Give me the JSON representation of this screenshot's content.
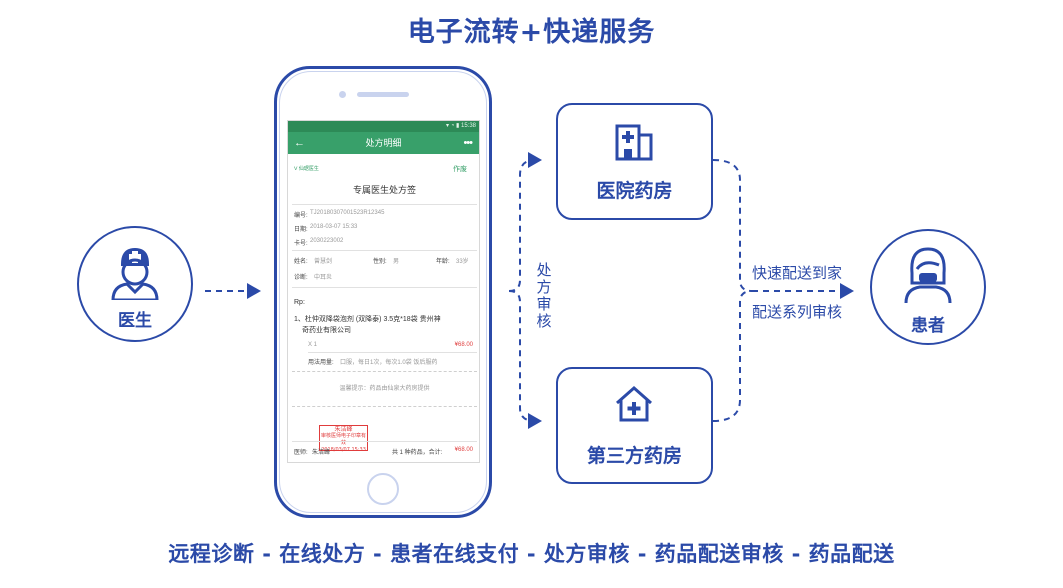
{
  "title": "电子流转+快递服务",
  "footer": "远程诊断 - 在线处方 - 患者在线支付 - 处方审核 - 药品配送审核 - 药品配送",
  "doctor": {
    "label": "医生",
    "icon": "doctor-icon"
  },
  "patient": {
    "label": "患者",
    "icon": "patient-icon"
  },
  "hospital_pharmacy": {
    "label": "医院药房",
    "icon": "hospital-building-icon"
  },
  "third_party_pharmacy": {
    "label": "第三方药房",
    "icon": "house-cross-icon"
  },
  "review_label": "处方审核",
  "delivery_labels": {
    "top": "快速配送到家",
    "bottom": "配送系列审核"
  },
  "colors": {
    "primary": "#2b4aa8",
    "app_green": "#38a06a",
    "price_red": "#e04040"
  },
  "phone_screen": {
    "status_time": "▾ ◔ ▮ 15:38",
    "appbar": {
      "back": "←",
      "title": "处方明细",
      "more": "•••"
    },
    "logo_text": "仙琚医生",
    "void_link": "作废",
    "heading": "专属医生处方签",
    "fields": {
      "number_label": "编号:",
      "number_value": "TJ20180307001523R12345",
      "date_label": "日期:",
      "date_value": "2018-03-07 15:33",
      "card_label": "卡号:",
      "card_value": "2030223002",
      "name_label": "姓名:",
      "name_value": "曾慧剑",
      "gender_label": "性别:",
      "gender_value": "男",
      "age_label": "年龄:",
      "age_value": "33岁",
      "diagnosis_label": "诊断:",
      "diagnosis_value": "中耳炎"
    },
    "rp_label": "Rp:",
    "drug": {
      "line1": "1、杜仲双降袋泡剂 (双降泰) 3.5克*18袋 贵州神",
      "line2": "奇药业有限公司",
      "qty": "X 1",
      "price": "¥68.00",
      "usage_label": "用法用量:",
      "usage_value": "口服，每日1次，每次1.0袋 饭后服药"
    },
    "tip": "温馨提示：药品由仙泉大药房提供",
    "stamp": {
      "name": "朱洁峰",
      "line2": "审核医师电子印章有效",
      "line3": "2018/03/07 15:33"
    },
    "bottom": {
      "doctor_label": "医师:",
      "doctor_name": "朱洁峰",
      "summary": "共 1 种药品，合计:",
      "total": "¥68.00"
    }
  }
}
